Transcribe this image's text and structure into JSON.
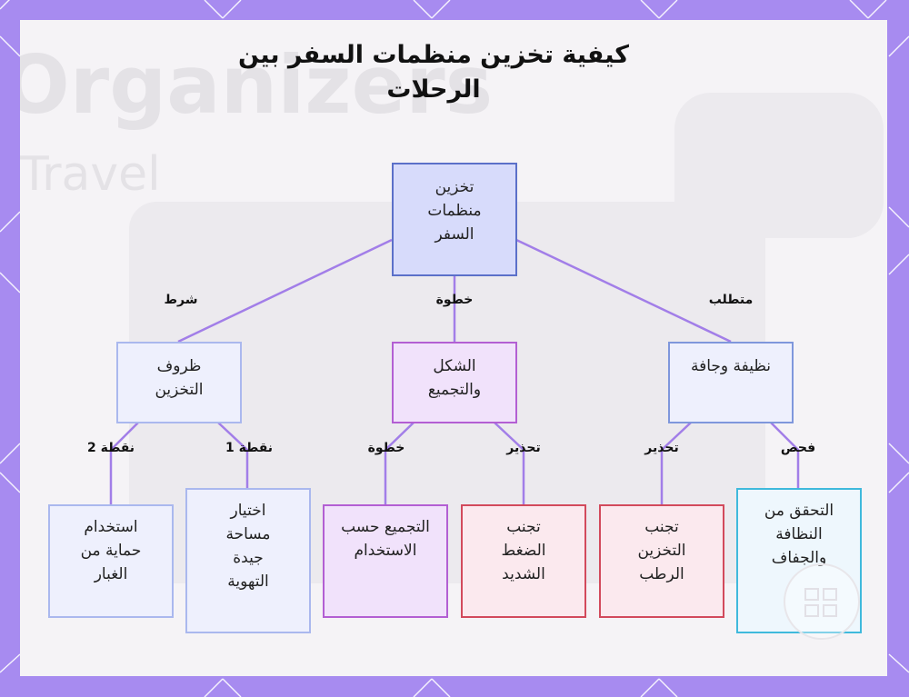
{
  "title": "كيفية تخزين منظمات السفر بين الرحلات",
  "background": {
    "word_1": "Organizers",
    "word_2": "Travel"
  },
  "nodes": {
    "root": "تخزين منظمات السفر",
    "storage_conditions": "ظروف التخزين",
    "shape_grouping": "الشكل والتجميع",
    "clean_dry": "نظيفة وجافة",
    "dust_protection": "استخدام حماية من الغبار",
    "ventilated_space": "اختيار مساحة جيدة التهوية",
    "group_by_use": "التجميع حسب الاستخدام",
    "avoid_pressure": "تجنب الضغط الشديد",
    "avoid_damp": "تجنب التخزين الرطب",
    "check_clean_dry": "التحقق من النظافة والجفاف"
  },
  "edge_labels": {
    "root_to_conditions": "شرط",
    "root_to_shape": "خطوة",
    "root_to_clean": "متطلب",
    "conditions_to_dust": "نقطة 2",
    "conditions_to_vent": "نقطة 1",
    "shape_to_group": "خطوة",
    "shape_to_pressure": "تحذير",
    "clean_to_damp": "تحذير",
    "clean_to_check": "فحص"
  },
  "colors": {
    "frame": "#a78bf0",
    "edge": "#a27ee8",
    "root_fill": "#d7dbfb",
    "root_border": "#5b70c9",
    "blue_fill": "#eef0fd",
    "blue_border": "#aab8ee",
    "purple_fill": "#f1e2fb",
    "purple_border": "#b35fd3",
    "blue2_fill": "#eef0fd",
    "blue2_border": "#7f97dc",
    "red_fill": "#fbe9ee",
    "red_border": "#d24a5c",
    "cyan_fill": "#eef7fd",
    "cyan_border": "#3fb9dc"
  }
}
